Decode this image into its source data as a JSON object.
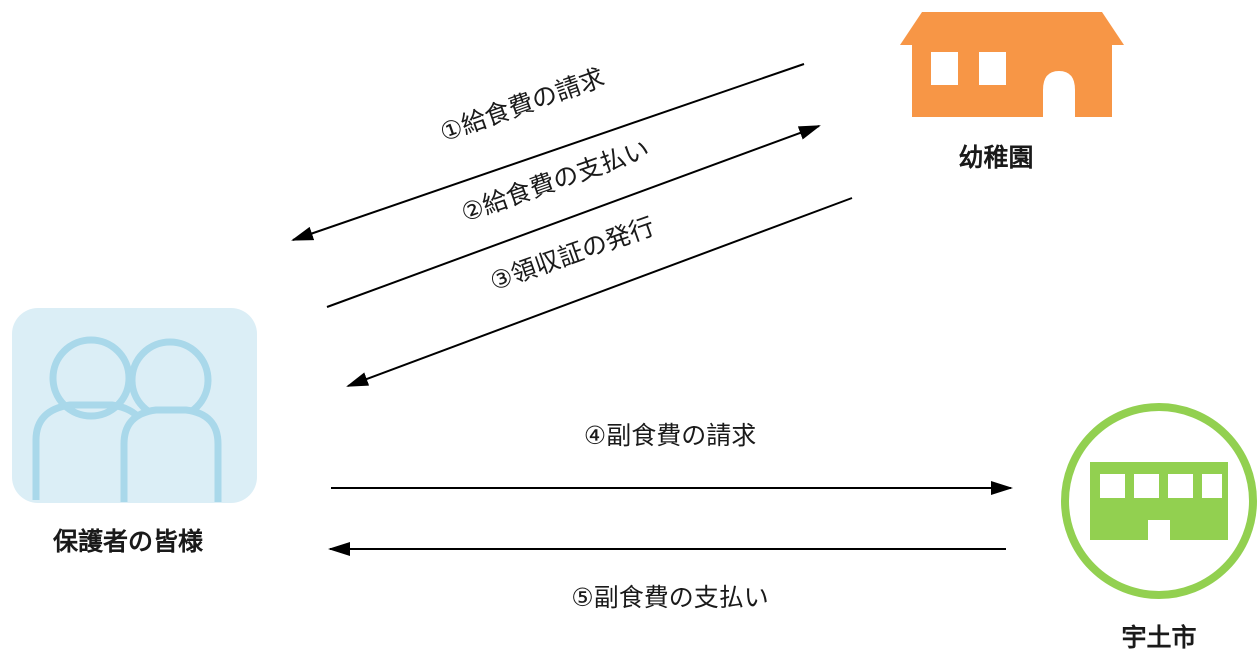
{
  "nodes": {
    "guardians": {
      "label": "保護者の皆様",
      "icon": "people-icon",
      "color": "#d9eef5",
      "stroke": "#a8d8ea"
    },
    "kindergarten": {
      "label": "幼稚園",
      "icon": "house-icon",
      "color": "#f79646"
    },
    "city": {
      "label": "宇土市",
      "icon": "building-icon",
      "color": "#92d050"
    }
  },
  "flows": [
    {
      "id": "f1",
      "label": "①給食費の請求",
      "from": "kindergarten",
      "to": "guardians"
    },
    {
      "id": "f2",
      "label": "②給食費の支払い",
      "from": "guardians",
      "to": "kindergarten"
    },
    {
      "id": "f3",
      "label": "③領収証の発行",
      "from": "kindergarten",
      "to": "guardians"
    },
    {
      "id": "f4",
      "label": "④副食費の請求",
      "from": "guardians",
      "to": "city"
    },
    {
      "id": "f5",
      "label": "⑤副食費の支払い",
      "from": "city",
      "to": "guardians"
    }
  ]
}
